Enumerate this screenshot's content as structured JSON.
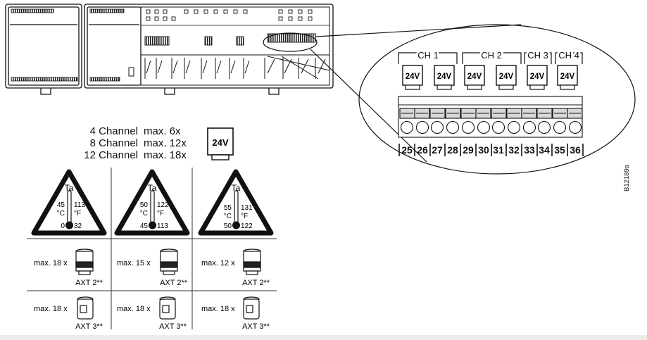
{
  "doc_id": "B12189a",
  "relay_label": "24V",
  "channel_headers": [
    "CH 1",
    "CH 2",
    "CH 3",
    "CH 4"
  ],
  "terminals": [
    "25",
    "26",
    "27",
    "28",
    "29",
    "30",
    "31",
    "32",
    "33",
    "34",
    "35",
    "36"
  ],
  "capacity_lines": [
    {
      "channels": "4 Channel",
      "max": "max. 6x"
    },
    {
      "channels": "8 Channel",
      "max": "max. 12x"
    },
    {
      "channels": "12 Channel",
      "max": "max. 18x"
    }
  ],
  "temperature_columns": [
    {
      "ta": "Ta",
      "unit_c": "°C",
      "unit_f": "°F",
      "top_c": "45",
      "top_f": "113",
      "bottom_c": "0",
      "bottom_f": "32",
      "axt2_max": "max. 18 x",
      "axt2_label": "AXT 2**",
      "axt3_max": "max. 18 x",
      "axt3_label": "AXT 3**"
    },
    {
      "ta": "Ta",
      "unit_c": "°C",
      "unit_f": "°F",
      "top_c": "50",
      "top_f": "122",
      "bottom_c": "45",
      "bottom_f": "113",
      "axt2_max": "max. 15 x",
      "axt2_label": "AXT 2**",
      "axt3_max": "max. 18 x",
      "axt3_label": "AXT 3**"
    },
    {
      "ta": "Ta",
      "unit_c": "°C",
      "unit_f": "°F",
      "top_c": "55",
      "top_f": "131",
      "bottom_c": "50",
      "bottom_f": "122",
      "axt2_max": "max. 12 x",
      "axt2_label": "AXT 2**",
      "axt3_max": "max. 18 x",
      "axt3_label": "AXT 3**"
    }
  ],
  "colors": {
    "line": "#111111",
    "fill_grey": "#d9d9d9",
    "background": "#ffffff"
  }
}
